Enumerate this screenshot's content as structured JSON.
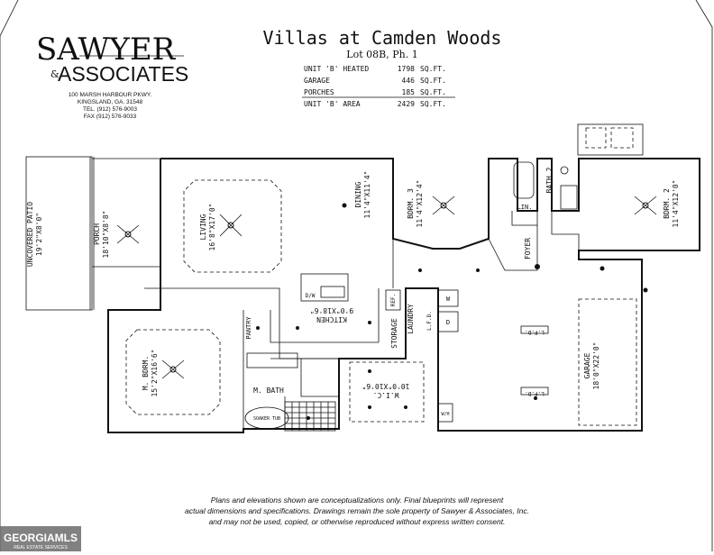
{
  "company": {
    "logo_top": "SAWYER",
    "logo_amp": "&",
    "logo_bottom": "ASSOCIATES",
    "address_lines": [
      "100 MARSH HARBOUR PKWY.",
      "KINGSLAND, GA. 31548",
      "TEL. (912) 576-9003",
      "FAX (912) 576-9033"
    ]
  },
  "project": {
    "title": "Villas at Camden Woods",
    "lot": "Lot 08B, Ph. 1"
  },
  "area_table": [
    {
      "label": "UNIT 'B' HEATED",
      "value": "1798",
      "unit": "SQ.FT."
    },
    {
      "label": "GARAGE",
      "value": "446",
      "unit": "SQ.FT."
    },
    {
      "label": "PORCHES",
      "value": "185",
      "unit": "SQ.FT."
    },
    {
      "label": "UNIT 'B' AREA",
      "value": "2429",
      "unit": "SQ.FT."
    }
  ],
  "rooms": {
    "patio": {
      "name": "UNCOVERED PATIO",
      "dims": "19'2\"X8'0\""
    },
    "porch": {
      "name": "PORCH",
      "dims": "18'10\"X8'8\""
    },
    "living": {
      "name": "LIVING",
      "dims": "16'8\"X17'0\""
    },
    "dining": {
      "name": "DINING",
      "dims": "11'4\"X11'4\""
    },
    "bedrm3": {
      "name": "BDRM. 3",
      "dims": "11'4\"X12'4\""
    },
    "bath2": {
      "name": "BATH 2"
    },
    "lin": {
      "name": "LIN."
    },
    "foyer": {
      "name": "FOYER"
    },
    "bedrm2": {
      "name": "BDRM. 2",
      "dims": "11'4\"X12'0\""
    },
    "kitchen": {
      "name": "KITCHEN",
      "dims": "9'0\"X18'6\""
    },
    "dw": {
      "name": "D/W"
    },
    "ref": {
      "name": "REF."
    },
    "laundry": {
      "name": "LAUNDRY"
    },
    "w": {
      "name": "W"
    },
    "d": {
      "name": "D"
    },
    "lf": {
      "name": "L.F.D."
    },
    "storage": {
      "name": "STORAGE"
    },
    "pantry": {
      "name": "PANTRY"
    },
    "mbedrm": {
      "name": "M. BDRM.",
      "dims": "15'2\"X16'6\""
    },
    "mbath": {
      "name": "M. BATH"
    },
    "wic": {
      "name": "W.I.C.",
      "dims": "10'0\"X10'6\""
    },
    "garage": {
      "name": "GARAGE",
      "dims": "18'0\"X22'0\""
    },
    "garage_lfd_1": {
      "name": "L.F.D."
    },
    "garage_lfd_2": {
      "name": "L.F.D."
    },
    "tub": {
      "name": "SOAKER TUB"
    },
    "wh": {
      "name": "W/H"
    }
  },
  "disclaimer": [
    "Plans and elevations shown are conceptualizations only. Final blueprints will represent",
    "actual dimensions and specifications. Drawings remain the sole property of Sawyer & Associates, Inc.",
    "and may not be used, copied, or otherwise reproduced without express written consent."
  ],
  "watermark": {
    "brand": "GEORGIAMLS",
    "sub": "REAL ESTATE SERVICES"
  }
}
